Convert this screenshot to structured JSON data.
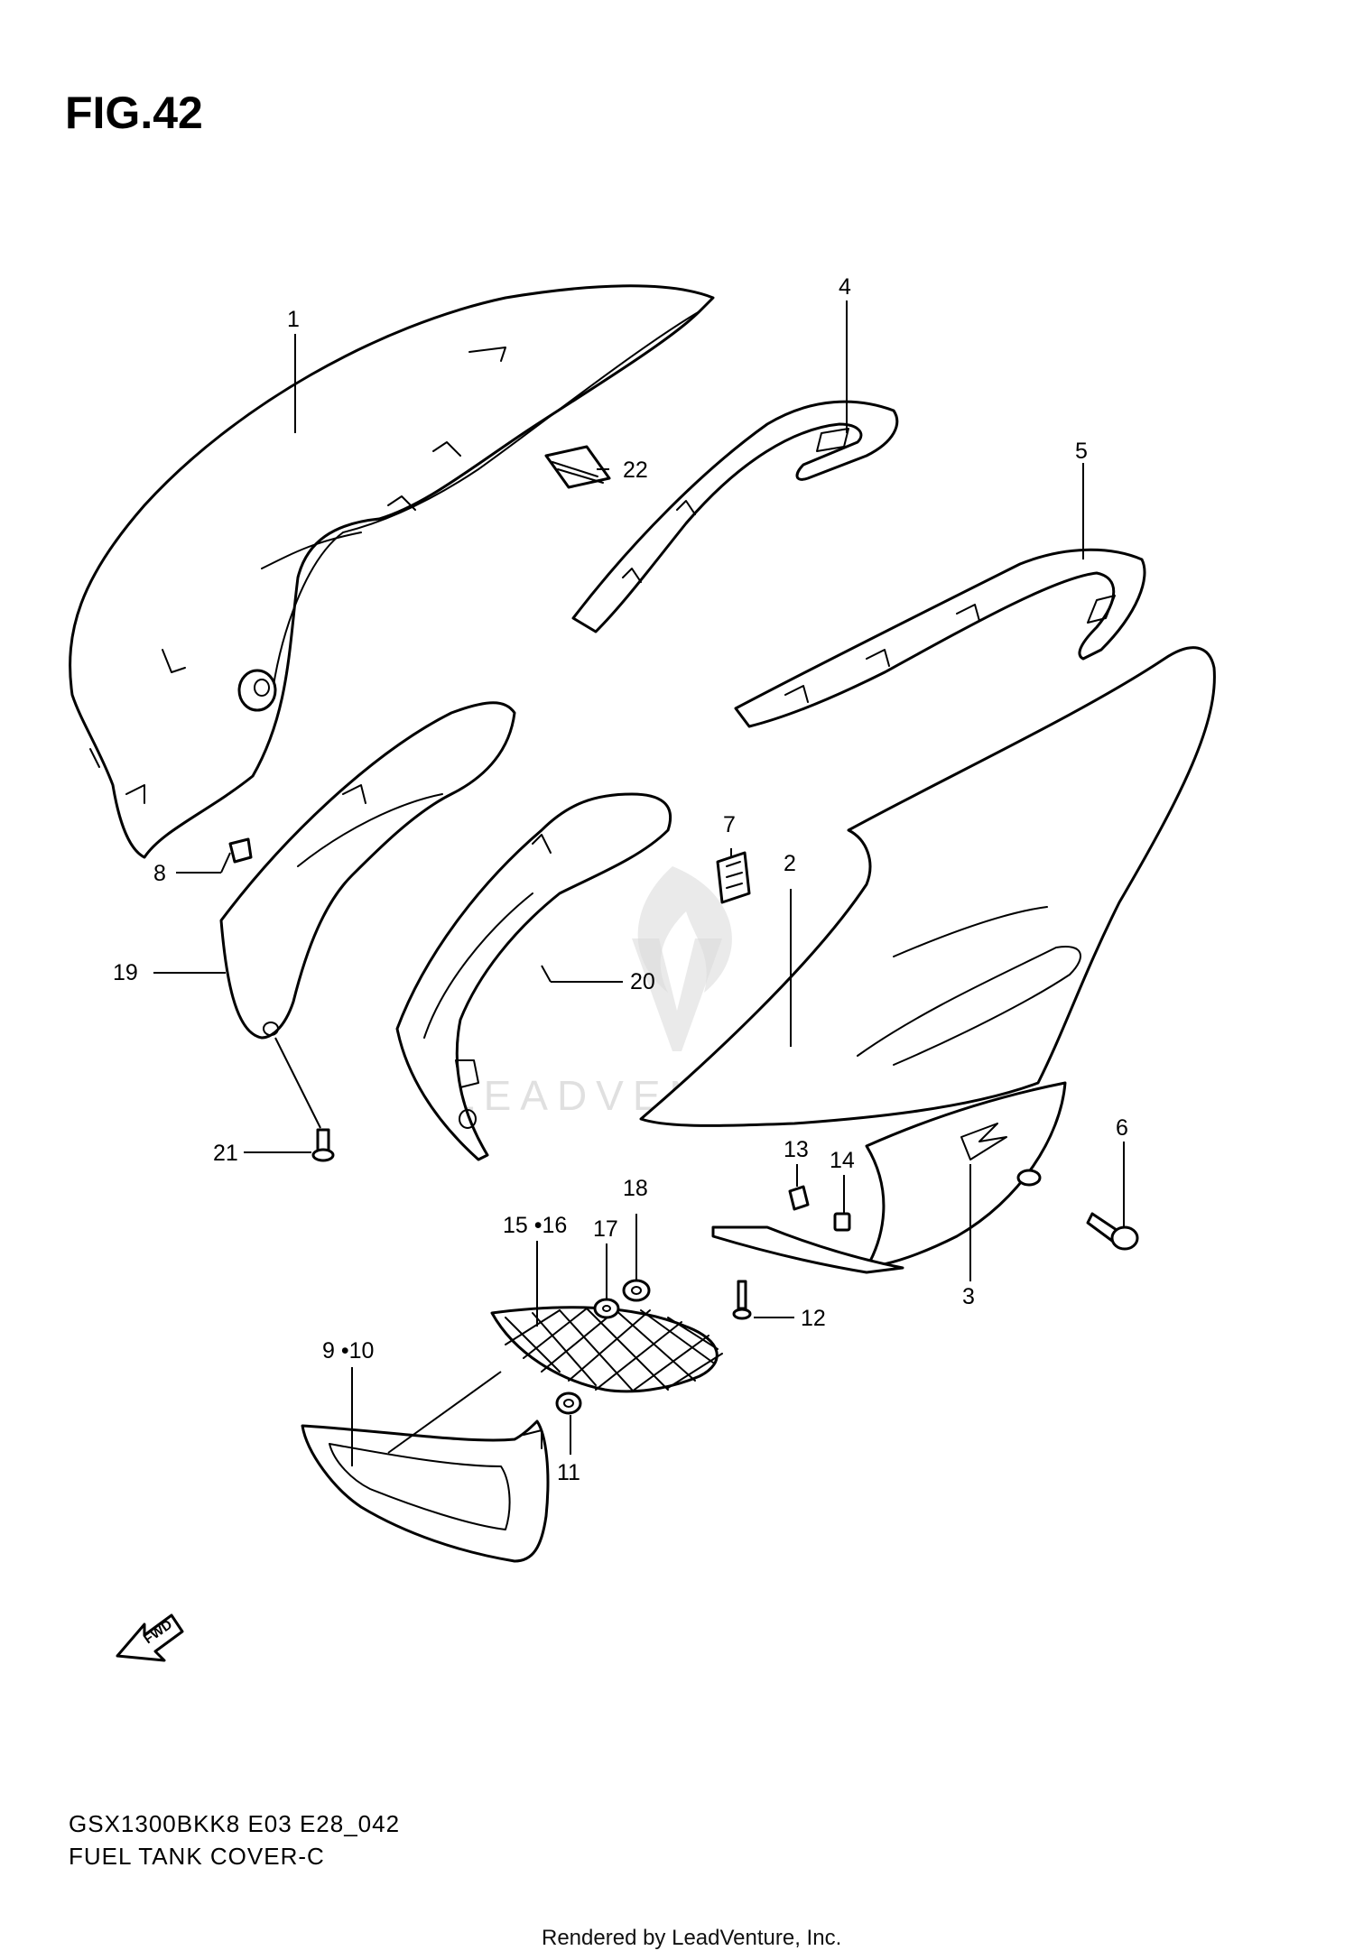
{
  "figure": {
    "title": "FIG.42"
  },
  "callouts": [
    {
      "id": "1",
      "label": "1"
    },
    {
      "id": "2",
      "label": "2"
    },
    {
      "id": "3",
      "label": "3"
    },
    {
      "id": "4",
      "label": "4"
    },
    {
      "id": "5",
      "label": "5"
    },
    {
      "id": "6",
      "label": "6"
    },
    {
      "id": "7",
      "label": "7"
    },
    {
      "id": "8",
      "label": "8"
    },
    {
      "id": "9-10",
      "label": "9 •10"
    },
    {
      "id": "11",
      "label": "11"
    },
    {
      "id": "12",
      "label": "12"
    },
    {
      "id": "13",
      "label": "13"
    },
    {
      "id": "14",
      "label": "14"
    },
    {
      "id": "15-16",
      "label": "15 •16"
    },
    {
      "id": "17",
      "label": "17"
    },
    {
      "id": "18",
      "label": "18"
    },
    {
      "id": "19",
      "label": "19"
    },
    {
      "id": "20",
      "label": "20"
    },
    {
      "id": "21",
      "label": "21"
    },
    {
      "id": "22",
      "label": "22"
    }
  ],
  "forward_arrow": {
    "label": "FWD",
    "icon": "forward-arrow-icon"
  },
  "footer": {
    "model_code": "GSX1300BKK8  E03  E28_042",
    "section_name": "FUEL TANK COVER-C"
  },
  "watermark": {
    "text": "LEADVENTURE"
  },
  "credit": {
    "text": "Rendered by LeadVenture, Inc."
  }
}
